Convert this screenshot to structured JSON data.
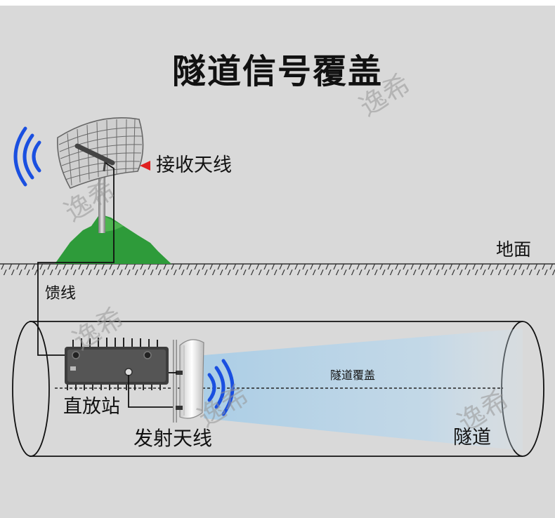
{
  "title": "隧道信号覆盖",
  "labels": {
    "receive_antenna": "接收天线",
    "ground": "地面",
    "feeder": "馈线",
    "repeater": "直放站",
    "transmit_antenna": "发射天线",
    "tunnel": "隧道",
    "tunnel_coverage": "隧道覆盖"
  },
  "watermark": "逸希",
  "colors": {
    "background": "#d9d9d9",
    "signal_waves": "#1a4fe0",
    "mountain": "#2e9b3a",
    "arrow": "#e02020",
    "coverage_beam": "#a9cde6"
  },
  "icons": {
    "receive_antenna": "grid-parabolic-antenna-icon",
    "repeater": "repeater-unit-icon",
    "transmit_antenna": "panel-antenna-icon"
  }
}
